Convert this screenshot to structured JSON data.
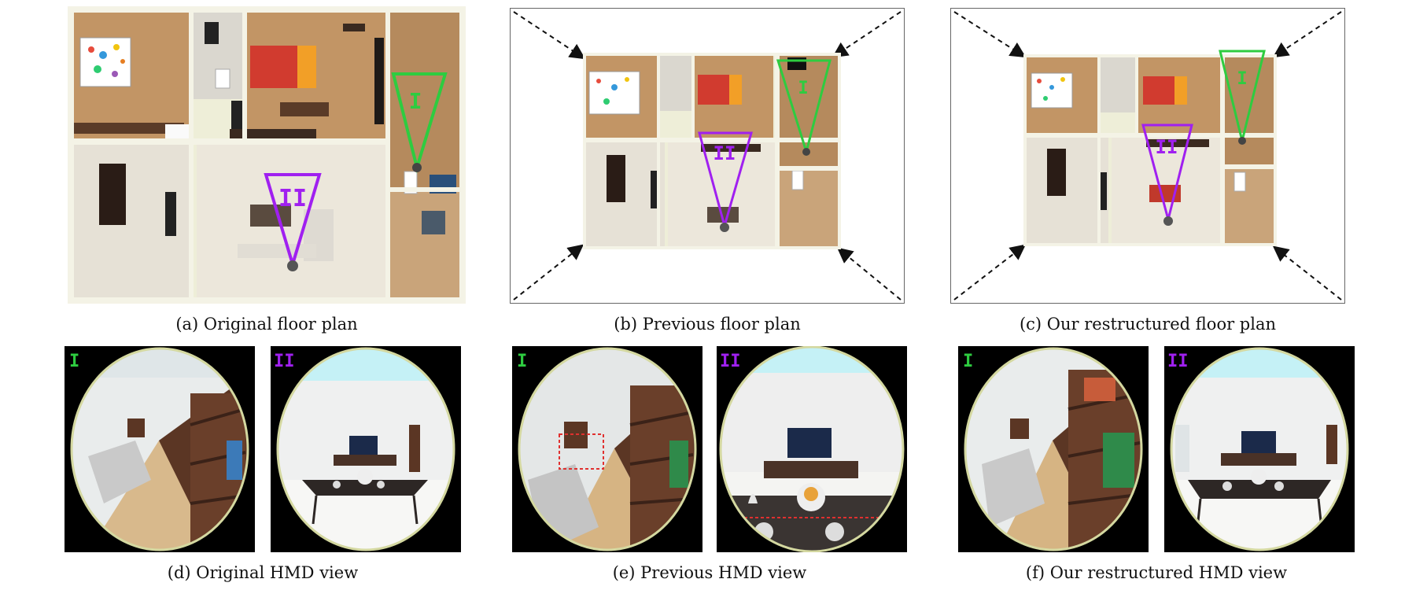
{
  "captions": {
    "a": "(a) Original floor plan",
    "b": "(b) Previous floor plan",
    "c": "(c) Our restructured floor plan",
    "d": "(d) Original HMD view",
    "e": "(e) Previous HMD view",
    "f": "(f) Our restructured HMD view"
  },
  "markers": {
    "one": "I",
    "two": "II"
  },
  "colors": {
    "marker_one": "#2ecc40",
    "marker_two": "#a020f0",
    "wood": "#b98a5b",
    "tile": "#e8e3d8",
    "wall": "#f2f2e4",
    "dark": "#2b1f18",
    "highlight": "#e0302f"
  }
}
